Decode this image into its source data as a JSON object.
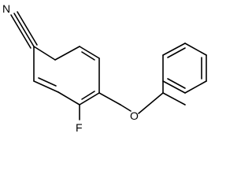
{
  "molecule": {
    "atoms": {
      "nitrogen": "N",
      "fluorine": "F",
      "oxygen": "O"
    },
    "colors": {
      "ink": "#000000",
      "background": "#ffffff"
    }
  }
}
